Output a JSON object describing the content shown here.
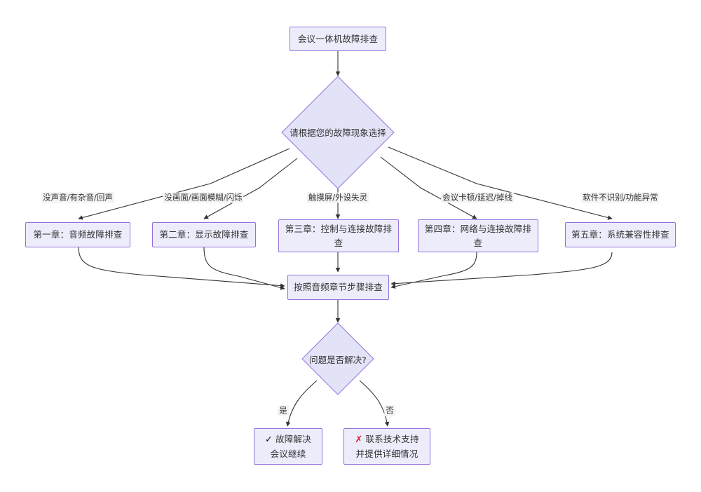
{
  "diagram": {
    "title": "会议一体机故障排查",
    "background": "#ffffff",
    "node_fill": "#ECECFB",
    "node_border": "#9370DB",
    "diamond_fill": "#E3E3F8",
    "edge_color": "#333333",
    "text_color": "#333333",
    "ok_color": "#111111",
    "error_color": "#D81B2A"
  },
  "nodes": {
    "start": {
      "label": "会议一体机故障排查"
    },
    "decision_symptom": {
      "label": "请根据您的故障现象选择"
    },
    "chapter1": {
      "label": "第一章：音频故障排查"
    },
    "chapter2": {
      "label": "第二章：显示故障排查"
    },
    "chapter3": {
      "label": "第三章：控制与连接故障排\n查"
    },
    "chapter4": {
      "label": "第四章：网络与连接故障排\n查"
    },
    "chapter5": {
      "label": "第五章：系统兼容性排查"
    },
    "merge": {
      "label": "按照音频章节步骤排查"
    },
    "decision_resolved": {
      "label": "问题是否解决?"
    },
    "resolved": {
      "mark": "✓",
      "line1": "故障解决",
      "line2": "会议继续"
    },
    "unresolved": {
      "mark": "✗",
      "line1": "联系技术支持",
      "line2": "并提供详细情况"
    }
  },
  "edge_labels": {
    "audio": "没声音/有杂音/回声",
    "display": "没画面/画面模糊/闪烁",
    "touch": "触摸屏/外设失灵",
    "network": "会议卡顿/延迟/掉线",
    "software": "软件不识别/功能异常",
    "yes": "是",
    "no": "否"
  }
}
